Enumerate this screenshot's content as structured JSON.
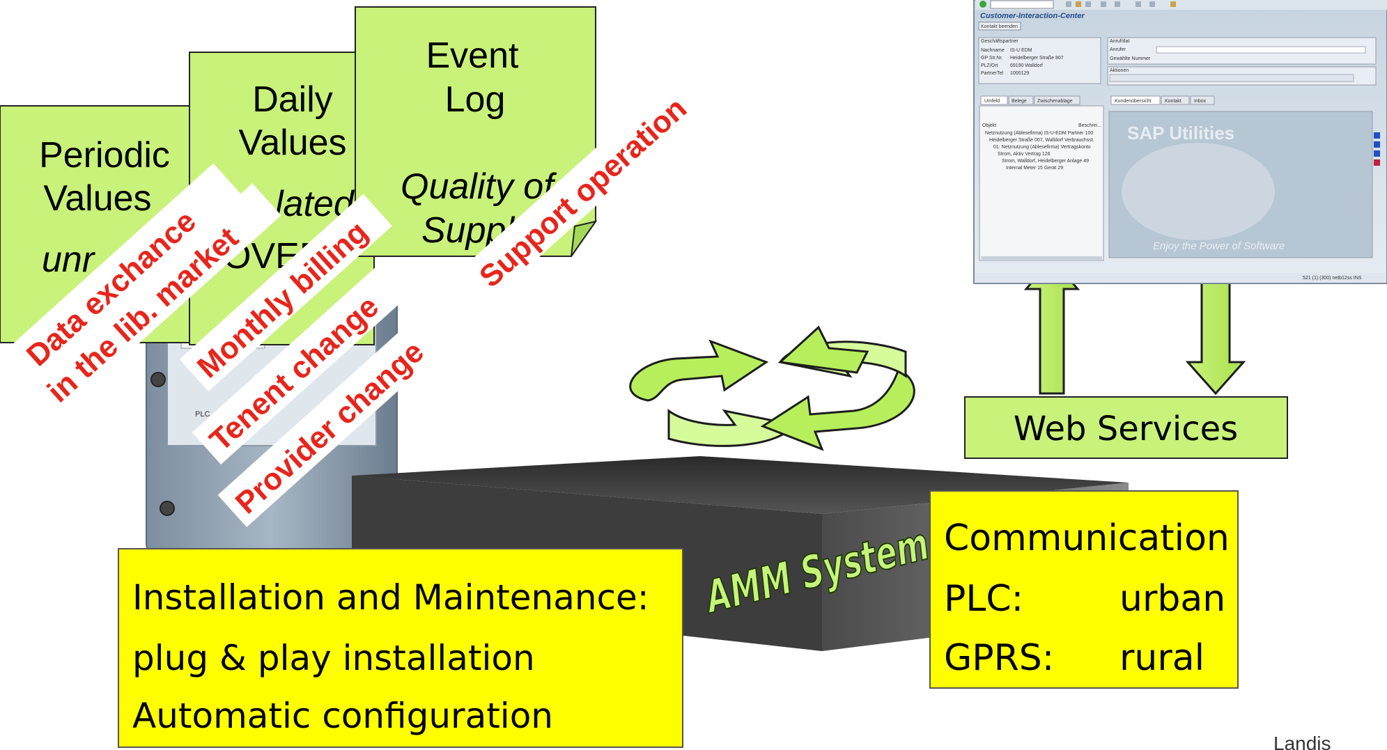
{
  "documents": {
    "periodic": {
      "line1": "Periodic",
      "line2": "Values",
      "line3": "unr"
    },
    "daily": {
      "line1": "Daily",
      "line2": "Values",
      "line3": "lated",
      "line4": "OVER"
    },
    "event": {
      "line1": "Event",
      "line2": "Log",
      "line3": "Quality of",
      "line4": "Supply"
    }
  },
  "red_labels": {
    "data_exchange_1": "Data exchance",
    "data_exchange_2": "in the lib. market",
    "monthly": "Monthly billing",
    "tenent": "Tenent change",
    "provider": "Provider change",
    "support": "Support operation"
  },
  "meter": {
    "plc_label": "PLC"
  },
  "amm": {
    "label": "AMM System"
  },
  "install_box": {
    "line1": "Installation and Maintenance:",
    "line2": "plug & play installation",
    "line3": "Automatic configuration"
  },
  "comm_box": {
    "line1": "Communication",
    "plc_key": "PLC:",
    "plc_value": "urban",
    "gprs_key": "GPRS:",
    "gprs_value": "rural"
  },
  "web_services": {
    "label": "Web Services"
  },
  "sap_window": {
    "title": "Customer-Interaction-Center",
    "toolbar_button": "Kontakt beenden",
    "panel_partner": "Geschäftspartner",
    "panel_call": "Anruf/dat",
    "field_name_label": "Nachname",
    "field_name_value": "IS-U EDM",
    "field_gp_label": "GP Str.Nr.",
    "field_gp_value": "Heidelberger Straße 807",
    "field_plz_label": "PLZ/Ort",
    "field_plz_value": "69190 Walldorf",
    "field_partner_label": "PartnerTel",
    "field_partner_value": "1000129",
    "field_anrufer": "Anrufer",
    "field_gewaehlte": "Gewählte Nummer",
    "panel_actions": "Aktionen",
    "tab_umfeld": "Umfeld",
    "tab_belege": "Belege",
    "tab_zwischen": "Zwischenablage",
    "tab_kunden": "Kundenübersicht",
    "tab_kontakt": "Kontakt",
    "tab_inbox": "Inbox",
    "tree_col_object": "Objekt",
    "tree_col_desc": "Beschrei...",
    "tree_items": [
      "Netznutzung (Ablesefirma) IS-U-EDM Partner 100",
      "Heidelberger Straße 007, Walldorf Verbrauchsst.",
      "01: Netznutzung (Ablesefirma) Vertragskonto",
      "Strom, Aktiv  Vertrag 126",
      "Strom, Walldorf, Heidelberger Anlage 49",
      "Internal Meter 15 Gerät 29"
    ],
    "brand": "SAP Utilities",
    "slogan": "Enjoy the Power of Software",
    "status": "521 (1) (300) netb12ss INS"
  },
  "footer": {
    "text": "Landis"
  }
}
